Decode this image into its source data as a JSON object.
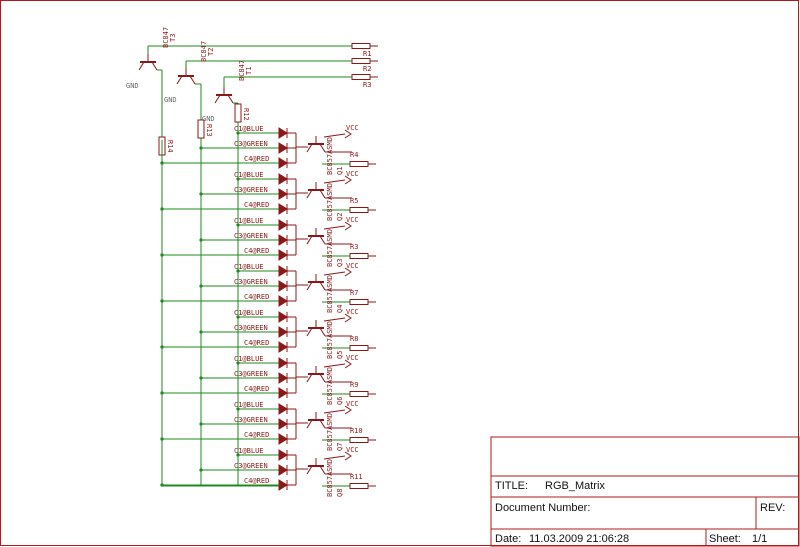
{
  "colors": {
    "frame": "#b01a1a",
    "wire": "#1d8a1d",
    "part": "#8a1818",
    "text": "#111111",
    "background": "#ffffff"
  },
  "title_block": {
    "title_label": "TITLE:",
    "title_value": "RGB_Matrix",
    "document_number_label": "Document Number:",
    "rev_label": "REV:",
    "date_label": "Date:",
    "date_value": "11.03.2009 21:06:28",
    "sheet_label": "Sheet:",
    "sheet_value": "1/1"
  },
  "column_drivers": [
    {
      "name": "T3",
      "value": "BC847",
      "ground": "GND"
    },
    {
      "name": "T2",
      "value": "BC847",
      "ground": "GND"
    },
    {
      "name": "T1",
      "value": "BC847",
      "ground": "GND"
    }
  ],
  "input_resistors": [
    "R1",
    "R2",
    "R3"
  ],
  "pullup_resistors": [
    "R14",
    "R13",
    "R12"
  ],
  "led_channel_labels": [
    "C1@BLUE",
    "C3@GREEN",
    "C4@RED"
  ],
  "rows": [
    {
      "transistor": "Q1",
      "value": "BC857ASMD",
      "resistor": "R4",
      "supply": "VCC"
    },
    {
      "transistor": "Q2",
      "value": "BC857ASMD",
      "resistor": "R5",
      "supply": "VCC"
    },
    {
      "transistor": "Q3",
      "value": "BC857ASMD",
      "resistor": "R3",
      "supply": "VCC"
    },
    {
      "transistor": "Q4",
      "value": "BC857ASMD",
      "resistor": "R7",
      "supply": "VCC"
    },
    {
      "transistor": "Q5",
      "value": "BC857ASMD",
      "resistor": "R8",
      "supply": "VCC"
    },
    {
      "transistor": "Q6",
      "value": "BC857ASMD",
      "resistor": "R9",
      "supply": "VCC"
    },
    {
      "transistor": "Q7",
      "value": "BC857ASMD",
      "resistor": "R10",
      "supply": "VCC"
    },
    {
      "transistor": "Q8",
      "value": "BC857ASMD",
      "resistor": "R11",
      "supply": "VCC"
    }
  ]
}
